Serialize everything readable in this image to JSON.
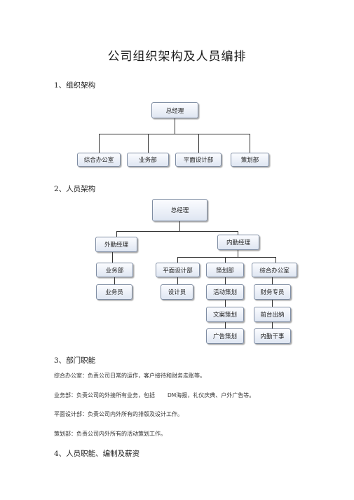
{
  "doc": {
    "title": "公司组织架构及人员编排",
    "s1": "1、组织架构",
    "s2": "2、人员架构",
    "s3": "3、部门职能",
    "s4": "4、人员职能、编制及薪资"
  },
  "org": {
    "gm": "总经理",
    "d1": "综合办公室",
    "d2": "业务部",
    "d3": "平面设计部",
    "d4": "策划部"
  },
  "staff": {
    "gm": "总经理",
    "out_mgr": "外勤经理",
    "in_mgr": "内勤经理",
    "biz_dept": "业务部",
    "design_dept": "平面设计部",
    "plan_dept": "策划部",
    "office_dept": "综合办公室",
    "biz_staff": "业务员",
    "designer": "设计员",
    "event_plan": "活动策划",
    "copy_plan": "文案策划",
    "ad_plan": "广告策划",
    "finance": "财务专员",
    "cashier": "前台出纳",
    "office_staff": "内勤干事"
  },
  "duties": {
    "office": "综合办公室：负责公司日常的运作，客户接待和财务走账等。",
    "biz_pre": "业务部：负责公司的外接所有业务，包括",
    "biz_dm": "DM",
    "biz_post": "海报，礼仪庆典、户外广告等。",
    "design": "平面设计部：负责公司内外所有的排版及设计工作。",
    "plan": "策划部：负责公司内外所有的活动策划工作。"
  }
}
